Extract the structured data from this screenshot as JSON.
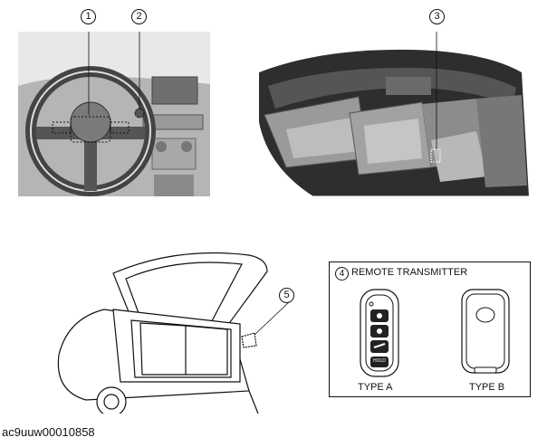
{
  "callouts": {
    "c1": "1",
    "c2": "2",
    "c3": "3",
    "c4": "4",
    "c5": "5"
  },
  "remote": {
    "title": "REMOTE TRANSMITTER",
    "type_a": "TYPE A",
    "type_b": "TYPE B",
    "hold_label": "HOLD"
  },
  "code": "ac9uuw00010858"
}
